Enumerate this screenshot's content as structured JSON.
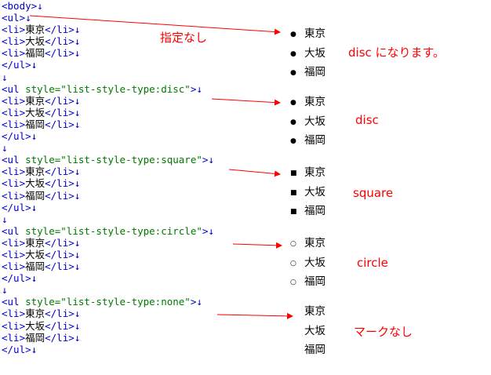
{
  "code_lines": [
    {
      "segments": [
        [
          "tag",
          "<body>"
        ],
        [
          "arrow",
          "↓"
        ]
      ]
    },
    {
      "segments": [
        [
          "tag",
          "<ul>"
        ],
        [
          "arrow",
          "↓"
        ]
      ]
    },
    {
      "segments": [
        [
          "tag",
          "<li>"
        ],
        [
          "text",
          "東京"
        ],
        [
          "tag",
          "</li>"
        ],
        [
          "arrow",
          "↓"
        ]
      ]
    },
    {
      "segments": [
        [
          "tag",
          "<li>"
        ],
        [
          "text",
          "大坂"
        ],
        [
          "tag",
          "</li>"
        ],
        [
          "arrow",
          "↓"
        ]
      ]
    },
    {
      "segments": [
        [
          "tag",
          "<li>"
        ],
        [
          "text",
          "福岡"
        ],
        [
          "tag",
          "</li>"
        ],
        [
          "arrow",
          "↓"
        ]
      ]
    },
    {
      "segments": [
        [
          "tag",
          "</ul>"
        ],
        [
          "arrow",
          "↓"
        ]
      ]
    },
    {
      "segments": [
        [
          "arrow",
          "↓"
        ]
      ]
    },
    {
      "segments": [
        [
          "tag",
          "<ul "
        ],
        [
          "attr",
          "style=\"list-style-type:disc\""
        ],
        [
          "tag",
          ">"
        ],
        [
          "arrow",
          "↓"
        ]
      ]
    },
    {
      "segments": [
        [
          "tag",
          "<li>"
        ],
        [
          "text",
          "東京"
        ],
        [
          "tag",
          "</li>"
        ],
        [
          "arrow",
          "↓"
        ]
      ]
    },
    {
      "segments": [
        [
          "tag",
          "<li>"
        ],
        [
          "text",
          "大坂"
        ],
        [
          "tag",
          "</li>"
        ],
        [
          "arrow",
          "↓"
        ]
      ]
    },
    {
      "segments": [
        [
          "tag",
          "<li>"
        ],
        [
          "text",
          "福岡"
        ],
        [
          "tag",
          "</li>"
        ],
        [
          "arrow",
          "↓"
        ]
      ]
    },
    {
      "segments": [
        [
          "tag",
          "</ul>"
        ],
        [
          "arrow",
          "↓"
        ]
      ]
    },
    {
      "segments": [
        [
          "arrow",
          "↓"
        ]
      ]
    },
    {
      "segments": [
        [
          "tag",
          "<ul "
        ],
        [
          "attr",
          "style=\"list-style-type:square\""
        ],
        [
          "tag",
          ">"
        ],
        [
          "arrow",
          "↓"
        ]
      ]
    },
    {
      "segments": [
        [
          "tag",
          "<li>"
        ],
        [
          "text",
          "東京"
        ],
        [
          "tag",
          "</li>"
        ],
        [
          "arrow",
          "↓"
        ]
      ]
    },
    {
      "segments": [
        [
          "tag",
          "<li>"
        ],
        [
          "text",
          "大坂"
        ],
        [
          "tag",
          "</li>"
        ],
        [
          "arrow",
          "↓"
        ]
      ]
    },
    {
      "segments": [
        [
          "tag",
          "<li>"
        ],
        [
          "text",
          "福岡"
        ],
        [
          "tag",
          "</li>"
        ],
        [
          "arrow",
          "↓"
        ]
      ]
    },
    {
      "segments": [
        [
          "tag",
          "</ul>"
        ],
        [
          "arrow",
          "↓"
        ]
      ]
    },
    {
      "segments": [
        [
          "arrow",
          "↓"
        ]
      ]
    },
    {
      "segments": [
        [
          "tag",
          "<ul "
        ],
        [
          "attr",
          "style=\"list-style-type:circle\""
        ],
        [
          "tag",
          ">"
        ],
        [
          "arrow",
          "↓"
        ]
      ]
    },
    {
      "segments": [
        [
          "tag",
          "<li>"
        ],
        [
          "text",
          "東京"
        ],
        [
          "tag",
          "</li>"
        ],
        [
          "arrow",
          "↓"
        ]
      ]
    },
    {
      "segments": [
        [
          "tag",
          "<li>"
        ],
        [
          "text",
          "大坂"
        ],
        [
          "tag",
          "</li>"
        ],
        [
          "arrow",
          "↓"
        ]
      ]
    },
    {
      "segments": [
        [
          "tag",
          "<li>"
        ],
        [
          "text",
          "福岡"
        ],
        [
          "tag",
          "</li>"
        ],
        [
          "arrow",
          "↓"
        ]
      ]
    },
    {
      "segments": [
        [
          "tag",
          "</ul>"
        ],
        [
          "arrow",
          "↓"
        ]
      ]
    },
    {
      "segments": [
        [
          "arrow",
          "↓"
        ]
      ]
    },
    {
      "segments": [
        [
          "tag",
          "<ul "
        ],
        [
          "attr",
          "style=\"list-style-type:none\""
        ],
        [
          "tag",
          ">"
        ],
        [
          "arrow",
          "↓"
        ]
      ]
    },
    {
      "segments": [
        [
          "tag",
          "<li>"
        ],
        [
          "text",
          "東京"
        ],
        [
          "tag",
          "</li>"
        ],
        [
          "arrow",
          "↓"
        ]
      ]
    },
    {
      "segments": [
        [
          "tag",
          "<li>"
        ],
        [
          "text",
          "大坂"
        ],
        [
          "tag",
          "</li>"
        ],
        [
          "arrow",
          "↓"
        ]
      ]
    },
    {
      "segments": [
        [
          "tag",
          "<li>"
        ],
        [
          "text",
          "福岡"
        ],
        [
          "tag",
          "</li>"
        ],
        [
          "arrow",
          "↓"
        ]
      ]
    },
    {
      "segments": [
        [
          "tag",
          "</ul>"
        ],
        [
          "arrow",
          "↓"
        ]
      ]
    }
  ],
  "lists": [
    {
      "marker": "disc",
      "items": [
        "東京",
        "大坂",
        "福岡"
      ]
    },
    {
      "marker": "disc",
      "items": [
        "東京",
        "大坂",
        "福岡"
      ]
    },
    {
      "marker": "square",
      "items": [
        "東京",
        "大坂",
        "福岡"
      ]
    },
    {
      "marker": "circle",
      "items": [
        "東京",
        "大坂",
        "福岡"
      ]
    },
    {
      "marker": "none",
      "items": [
        "東京",
        "大坂",
        "福岡"
      ]
    }
  ],
  "annotations": {
    "no_spec": "指定なし",
    "default_disc": "disc になります。",
    "disc": "disc",
    "square": "square",
    "circle": "circle",
    "none": "マークなし"
  },
  "colors": {
    "annotation": "#ff0000",
    "tag": "#0000cc",
    "attr": "#007700"
  }
}
